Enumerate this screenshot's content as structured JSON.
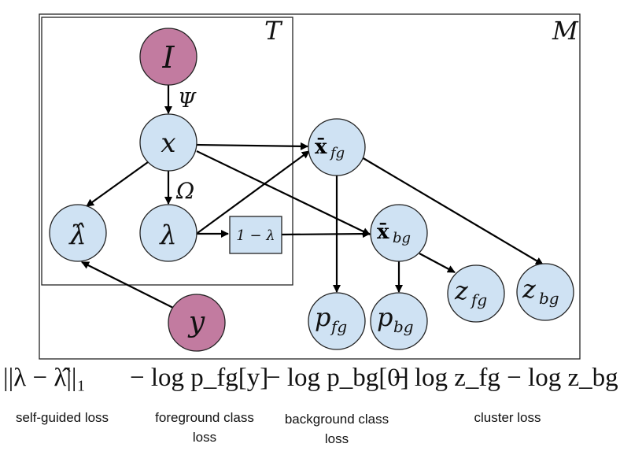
{
  "colors": {
    "observed_node": "#c27ba0",
    "latent_node": "#cfe2f3",
    "box_fill": "#cfe2f3"
  },
  "plates": {
    "outer": "M",
    "inner": "T"
  },
  "nodes": {
    "I": "I",
    "x": "x",
    "lambda_hat": "λ̂",
    "lambda": "λ",
    "y": "y",
    "x_fg": "x̄",
    "x_fg_sub": "fg",
    "x_bg": "x̄",
    "x_bg_sub": "bg",
    "p_fg": "p",
    "p_fg_sub": "fg",
    "p_bg": "p",
    "p_bg_sub": "bg",
    "z_fg": "z",
    "z_fg_sub": "fg",
    "z_bg": "z",
    "z_bg_sub": "bg",
    "one_minus_lambda": "1 − λ"
  },
  "edge_labels": {
    "psi": "Ψ",
    "omega": "Ω"
  },
  "equation": {
    "term1": "||λ − λ̂||₁",
    "term2": "− log p_fg[y]",
    "term3": "− log p_bg[0]",
    "term4": "− log z_fg − log z_bg"
  },
  "captions": {
    "self_guided": "self-guided loss",
    "foreground": "foreground class loss",
    "background": "background class loss",
    "cluster": "cluster loss"
  }
}
